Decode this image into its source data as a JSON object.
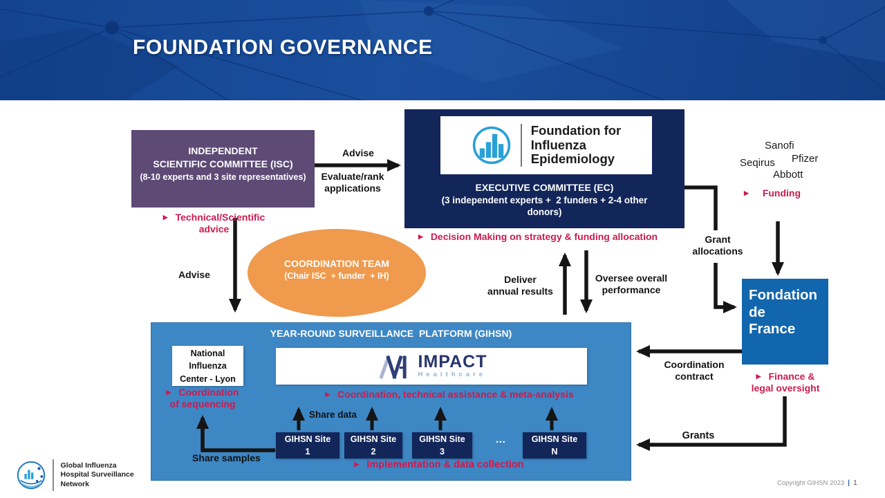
{
  "ui": {
    "bullet": "▶",
    "ellipsis": "…"
  },
  "colors": {
    "header_blue": "#15479a",
    "navy": "#13265a",
    "purple": "#5d4a75",
    "platform_blue": "#3d87c5",
    "fdf_blue": "#1266ad",
    "orange": "#ef9a4d",
    "accent_red": "#cc1a4e",
    "logo_blue": "#2aa0d8"
  },
  "header": {
    "title": "FOUNDATION GOVERNANCE"
  },
  "isc": {
    "line1": "INDEPENDENT",
    "line2": "SCIENTIFIC COMMITTEE (ISC)",
    "line3": "(8-10 experts and 3 site representatives)",
    "role_line1": "Technical/Scientific",
    "role_line2": "advice"
  },
  "ec": {
    "logo_line1": "Foundation for",
    "logo_line2": "Influenza",
    "logo_line3": "Epidemiology",
    "title": "EXECUTIVE COMMITTEE (EC)",
    "subtitle_line1": "(3 independent experts +  2 funders + 2-4 other",
    "subtitle_line2": "donors)",
    "role": "Decision Making on strategy & funding allocation"
  },
  "coordination_team": {
    "title": "COORDINATION TEAM",
    "subtitle": "(Chair ISC  + funder  + IH)"
  },
  "flows": {
    "advise_top": "Advise",
    "evaluate_line1": "Evaluate/rank",
    "evaluate_line2": "applications",
    "advise_left": "Advise",
    "deliver_line1": "Deliver",
    "deliver_line2": "annual results",
    "oversee_line1": "Oversee overall",
    "oversee_line2": "performance",
    "grant_line1": "Grant",
    "grant_line2": "allocations",
    "funding_role": "Funding",
    "coord_contract_line1": "Coordination",
    "coord_contract_line2": "contract",
    "grants": "Grants",
    "share_data": "Share data",
    "share_samples": "Share samples"
  },
  "funders": {
    "f1": "Sanofi",
    "f2": "Seqirus",
    "f3": "Pfizer",
    "f4": "Abbott"
  },
  "fdf": {
    "line1": "Fondation",
    "line2": "de",
    "line3": "France",
    "role_line1": "Finance &",
    "role_line2": "legal oversight"
  },
  "platform": {
    "title": "YEAR-ROUND SURVEILLANCE  PLATFORM (GIHSN)",
    "nic_line1": "National",
    "nic_line2": "Influenza",
    "nic_line3": "Center - Lyon",
    "nic_role_line1": "Coordination",
    "nic_role_line2": "of sequencing",
    "impact_name": "IMPACT",
    "impact_sub": "Healthcare",
    "impact_role": "Coordination, technical assistance & meta-analysis",
    "implementation_role": "Implementation & data collection",
    "sites": [
      {
        "name": "GIHSN Site",
        "num": "1"
      },
      {
        "name": "GIHSN Site",
        "num": "2"
      },
      {
        "name": "GIHSN Site",
        "num": "3"
      },
      {
        "name": "GIHSN Site",
        "num": "N"
      }
    ]
  },
  "footer": {
    "org_line1": "Global Influenza",
    "org_line2": "Hospital Surveillance",
    "org_line3": "Network",
    "copyright": "Copyright GIHSN 2023",
    "separator": "|",
    "page": "1"
  }
}
